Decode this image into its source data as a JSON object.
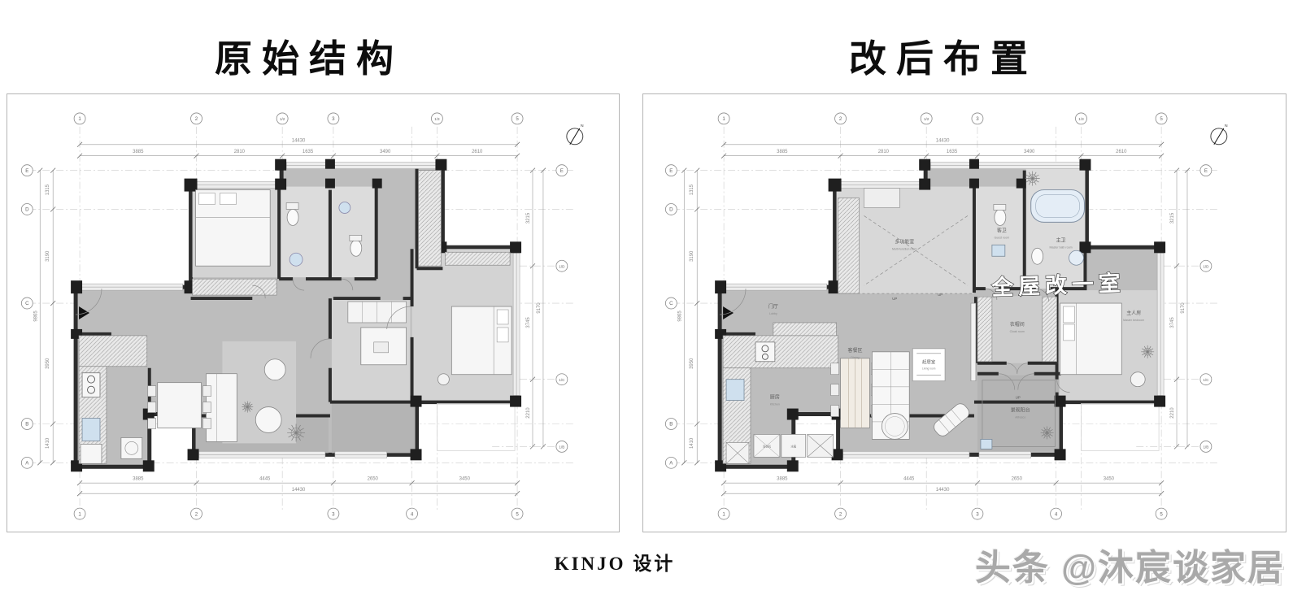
{
  "page": {
    "titles": {
      "left": "原始结构",
      "right": "改后布置"
    },
    "footer": {
      "brand": "KINJO 设计",
      "watermark": "头条 @沐宸谈家居"
    },
    "plan_watermark": "全屋改一室",
    "north_label": "N"
  },
  "axes": {
    "top": {
      "bubbles": [
        "1",
        "2",
        "1/2",
        "3",
        "1/3",
        "5"
      ],
      "segments": [
        "3885",
        "2810",
        "1635",
        "3490",
        "2610"
      ],
      "total": "14430"
    },
    "bottom": {
      "bubbles": [
        "1",
        "2",
        "3",
        "4",
        "5"
      ],
      "segments": [
        "3885",
        "4445",
        "2650",
        "3450"
      ],
      "total": "14430"
    },
    "left": {
      "bubbles": [
        "E",
        "D",
        "C",
        "B",
        "A"
      ],
      "segments": [
        "1315",
        "3190",
        "3950",
        "1410"
      ],
      "total": "9865"
    },
    "right": {
      "bubbles": [
        "E",
        "1/D",
        "1/C",
        "1/B"
      ],
      "segments": [
        "3215",
        "3745",
        "2210"
      ],
      "total": "9170"
    }
  },
  "rooms_after": {
    "multi": {
      "cn": "多功能室",
      "en": "Multi-function room"
    },
    "guest_bath": {
      "cn": "客卫",
      "en": "Guest room"
    },
    "master_bath": {
      "cn": "主卫",
      "en": "Master bath room"
    },
    "master_bed": {
      "cn": "主人房",
      "en": "Master bedroom"
    },
    "cloak": {
      "cn": "衣帽间",
      "en": "Cloak room"
    },
    "lobby": {
      "cn": "门厅",
      "en": "Lobby"
    },
    "kitchen": {
      "cn": "厨房",
      "en": "Kitchen"
    },
    "dining": {
      "cn": "客餐区",
      "en": "Dining"
    },
    "living": {
      "cn": "起居室",
      "en": "Living room"
    },
    "balcony": {
      "cn": "景观阳台",
      "en": "Alfresco"
    },
    "washer": "洗衣机",
    "fridge": "冰箱",
    "up": "UP"
  },
  "colors": {
    "wall": "#2d2d2d",
    "floor": "#bdbdbd",
    "room": "#d3d3d3",
    "balcony": "#b4b4b4",
    "blue": "#cfe0ee",
    "grid": "#cccccc",
    "dim": "#8a8a8a"
  }
}
